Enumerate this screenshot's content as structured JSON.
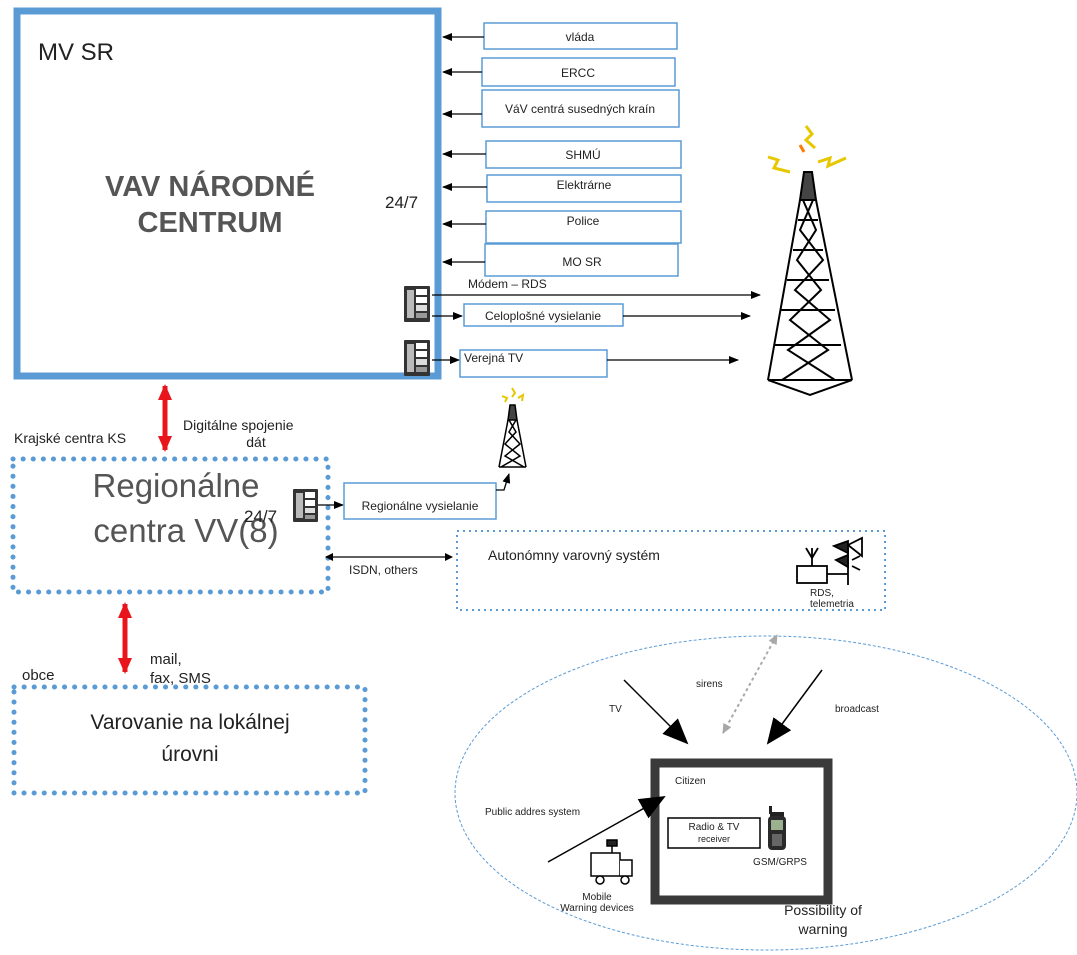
{
  "national_center": {
    "corner_label": "MV SR",
    "title_line1": "VAV NÁRODNÉ",
    "title_line2": "CENTRUM",
    "hours": "24/7"
  },
  "sources": [
    "vláda",
    "ERCC",
    "VáV centrá susedných kraín",
    "SHMÚ",
    "Elektrárne",
    "Police",
    "MO SR"
  ],
  "national_links": {
    "modem": "Módem – RDS",
    "nationwide": "Celoplošné vysielanie",
    "public_tv": "Verejná TV"
  },
  "region_link": {
    "area_label": "Krajské centra KS",
    "digital_line1": "Digitálne spojenie",
    "digital_line2": "dát"
  },
  "regional_center": {
    "line1": "Regionálne",
    "line2": "centra VV(8)",
    "hours": "24/7",
    "broadcast": "Regionálne vysielanie",
    "isdn": "ISDN, others"
  },
  "autonomous": {
    "title": "Autonómny varovný systém",
    "rds_line1": "RDS,",
    "rds_line2": "telemetria"
  },
  "municipal": {
    "area_label": "obce",
    "channel_line1": "mail,",
    "channel_line2": "fax, SMS",
    "line1": "Varovanie na lokálnej",
    "line2": "úrovni"
  },
  "warning": {
    "sirens": "sirens",
    "tv": "TV",
    "broadcast": "broadcast",
    "citizen": "Citizen",
    "public_address": "Public addres system",
    "receiver_line1": "Radio & TV",
    "receiver_line2": "receiver",
    "gsm": "GSM/GRPS",
    "mobile_line1": "Mobile",
    "mobile_line2": "Warning devices",
    "possibility_line1": "Possibility of",
    "possibility_line2": "warning"
  },
  "colors": {
    "primary_blue": "#5b9bd5",
    "link_red": "#e8161b",
    "dark": "#3a3a3a"
  }
}
